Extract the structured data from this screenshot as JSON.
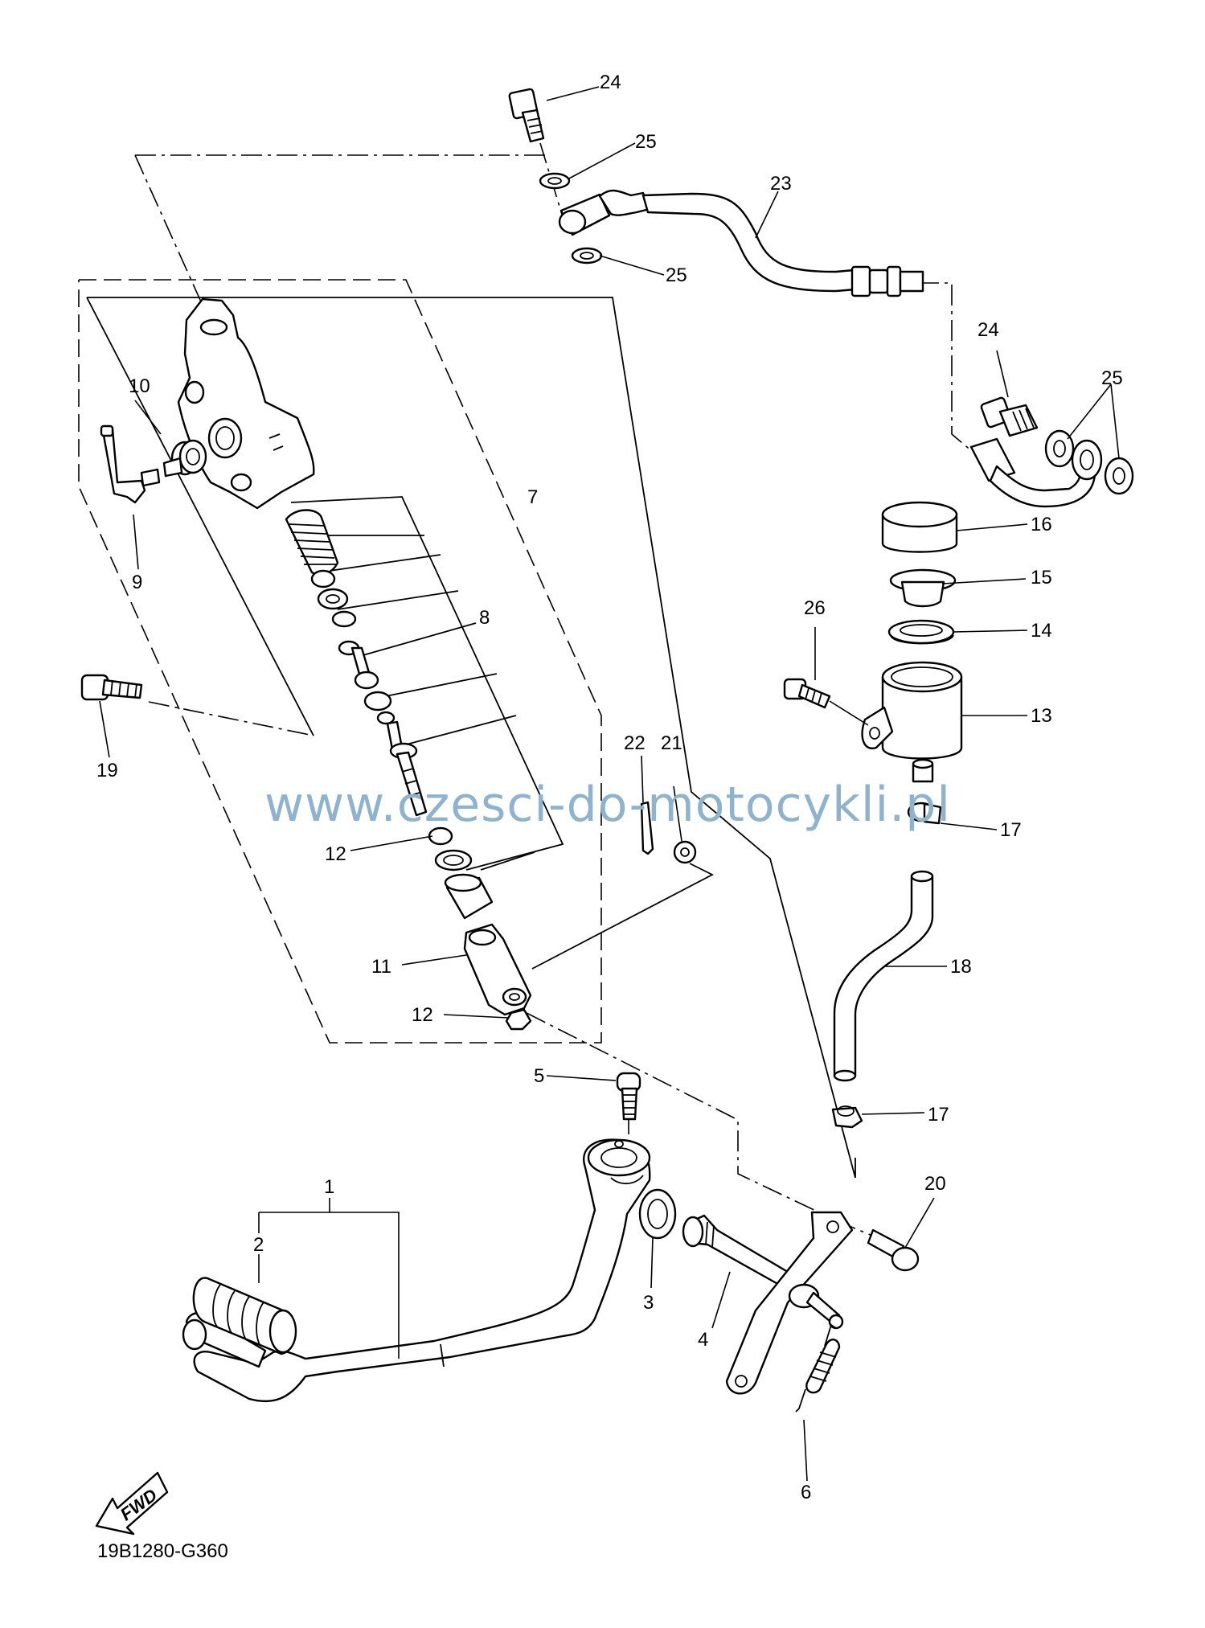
{
  "diagram": {
    "parts": {
      "p1": "1",
      "p2": "2",
      "p3": "3",
      "p4": "4",
      "p5": "5",
      "p6": "6",
      "p7": "7",
      "p8": "8",
      "p9": "9",
      "p10": "10",
      "p11": "11",
      "p12a": "12",
      "p12b": "12",
      "p13": "13",
      "p14": "14",
      "p15": "15",
      "p16": "16",
      "p17a": "17",
      "p17b": "17",
      "p18": "18",
      "p19": "19",
      "p20": "20",
      "p21": "21",
      "p22": "22",
      "p23": "23",
      "p24a": "24",
      "p24b": "24",
      "p25a": "25",
      "p25b": "25",
      "p25c": "25",
      "p26": "26"
    },
    "fwd_label": "FWD",
    "diagram_code": "19B1280-G360"
  },
  "watermark": "www.czesci-do-motocykli.pl",
  "colors": {
    "line": "#000000",
    "background": "#ffffff",
    "watermark": "#8fb3cc"
  },
  "icons": {
    "direction": "fwd-arrow-icon"
  }
}
